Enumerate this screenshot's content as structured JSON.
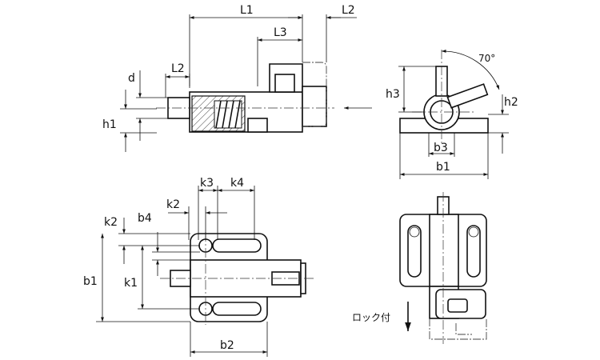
{
  "labels": {
    "L1": "L1",
    "L2_top": "L2",
    "L3": "L3",
    "L2_left": "L2",
    "d": "d",
    "h1": "h1",
    "h3": "h3",
    "h2": "h2",
    "angle": "70°",
    "b3": "b3",
    "b1_side": "b1",
    "k3": "k3",
    "k4": "k4",
    "k2_top": "k2",
    "b4": "b4",
    "k2_left": "k2",
    "b1_front": "b1",
    "k1": "k1",
    "b2": "b2",
    "lock_note": "ロック付"
  }
}
